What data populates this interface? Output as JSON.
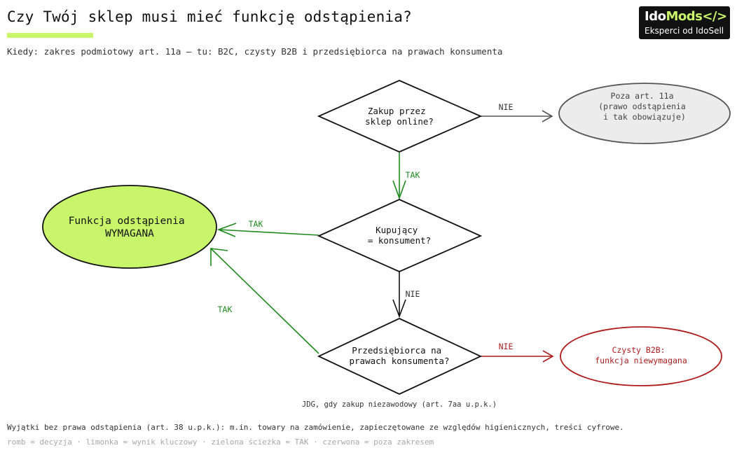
{
  "header": {
    "title": "Czy Twój sklep musi mieć funkcję odstąpienia?",
    "subtitle": "Kiedy: zakres podmiotowy art. 11a — tu: B2C, czysty B2B i przedsiębiorca na prawach konsumenta"
  },
  "logo": {
    "brand_a": "Ido",
    "brand_b": "Mods",
    "code_glyph": "</>",
    "tagline": "Eksperci od IdoSell"
  },
  "diagram": {
    "decisions": {
      "online": [
        "Zakup przez",
        "sklep online?"
      ],
      "consumer": [
        "Kupujący",
        "= konsument?"
      ],
      "entrepreneur": [
        "Przedsiębiorca na",
        "prawach konsumenta?"
      ]
    },
    "outcomes": {
      "required": [
        "Funkcja odstąpienia",
        "WYMAGANA"
      ],
      "outside": [
        "Poza art. 11a",
        "(prawo odstąpienia",
        "i tak obowiązuje)"
      ],
      "b2b": [
        "Czysty B2B:",
        "funkcja niewymagana"
      ]
    },
    "edges": {
      "online_no": "NIE",
      "online_yes": "TAK",
      "consumer_yes": "TAK",
      "consumer_no": "NIE",
      "entrepreneur_yes": "TAK",
      "entrepreneur_no": "NIE"
    },
    "note": "JDG, gdy zakup niezawodowy (art. 7aa u.p.k.)"
  },
  "footer": {
    "exceptions": "Wyjątki bez prawa odstąpienia (art. 38 u.p.k.): m.in. towary na zamówienie, zapieczętowane ze względów higienicznych, treści cyfrowe.",
    "legend": "romb = decyzja · limonka = wynik kluczowy · zielona ścieżka = TAK · czerwona = poza zakresem"
  },
  "colors": {
    "accent_lime": "#c8f56a",
    "yes_green": "#1e8a1e",
    "no_red": "#b01c1c",
    "neutral_gray": "#555555"
  }
}
